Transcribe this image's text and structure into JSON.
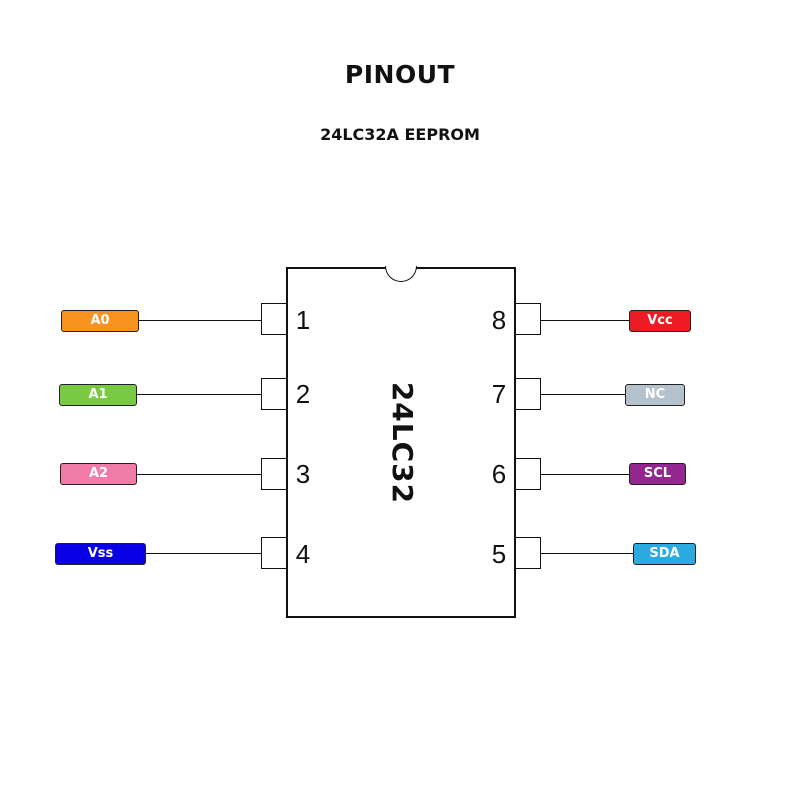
{
  "title": "PINOUT",
  "subtitle": "24LC32A EEPROM",
  "chip_label": "24LC32",
  "pins": [
    {
      "number": "1",
      "name": "A0",
      "color": "#f7931e"
    },
    {
      "number": "2",
      "name": "A1",
      "color": "#7ac943"
    },
    {
      "number": "3",
      "name": "A2",
      "color": "#f17ca8"
    },
    {
      "number": "4",
      "name": "Vss",
      "color": "#0a00e6"
    },
    {
      "number": "5",
      "name": "SDA",
      "color": "#29abe2"
    },
    {
      "number": "6",
      "name": "SCL",
      "color": "#93278f"
    },
    {
      "number": "7",
      "name": "NC",
      "color": "#b4c2cd"
    },
    {
      "number": "8",
      "name": "Vcc",
      "color": "#ed1c24"
    }
  ]
}
